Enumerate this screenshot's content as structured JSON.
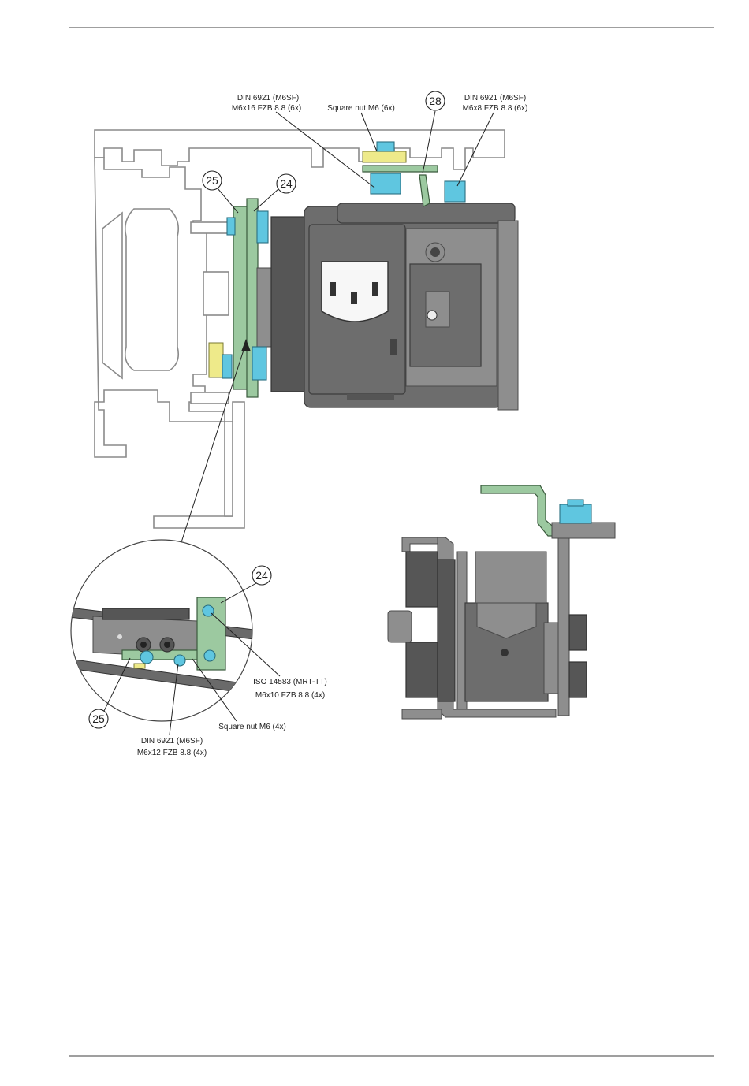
{
  "labels": {
    "top_left_1": "DIN 6921 (M6SF)",
    "top_left_2": "M6x16 FZB 8.8 (6x)",
    "top_mid": "Square nut M6 (6x)",
    "top_right_1": "DIN 6921 (M6SF)",
    "top_right_2": "M6x8 FZB 8.8 (6x)",
    "detail_iso_1": "ISO 14583 (MRT-TT)",
    "detail_iso_2": "M6x10 FZB 8.8 (4x)",
    "detail_nut": "Square nut M6 (4x)",
    "detail_din_1": "DIN 6921 (M6SF)",
    "detail_din_2": "M6x12 FZB 8.8 (4x)"
  },
  "callouts": {
    "c28": "28",
    "c25": "25",
    "c24": "24",
    "c24_detail": "24",
    "c25_detail": "25"
  },
  "colors": {
    "bracket": "#9cc9a0",
    "fastener": "#5fc6e0",
    "nut": "#eeea8a",
    "housing": "#6d6d6d"
  }
}
